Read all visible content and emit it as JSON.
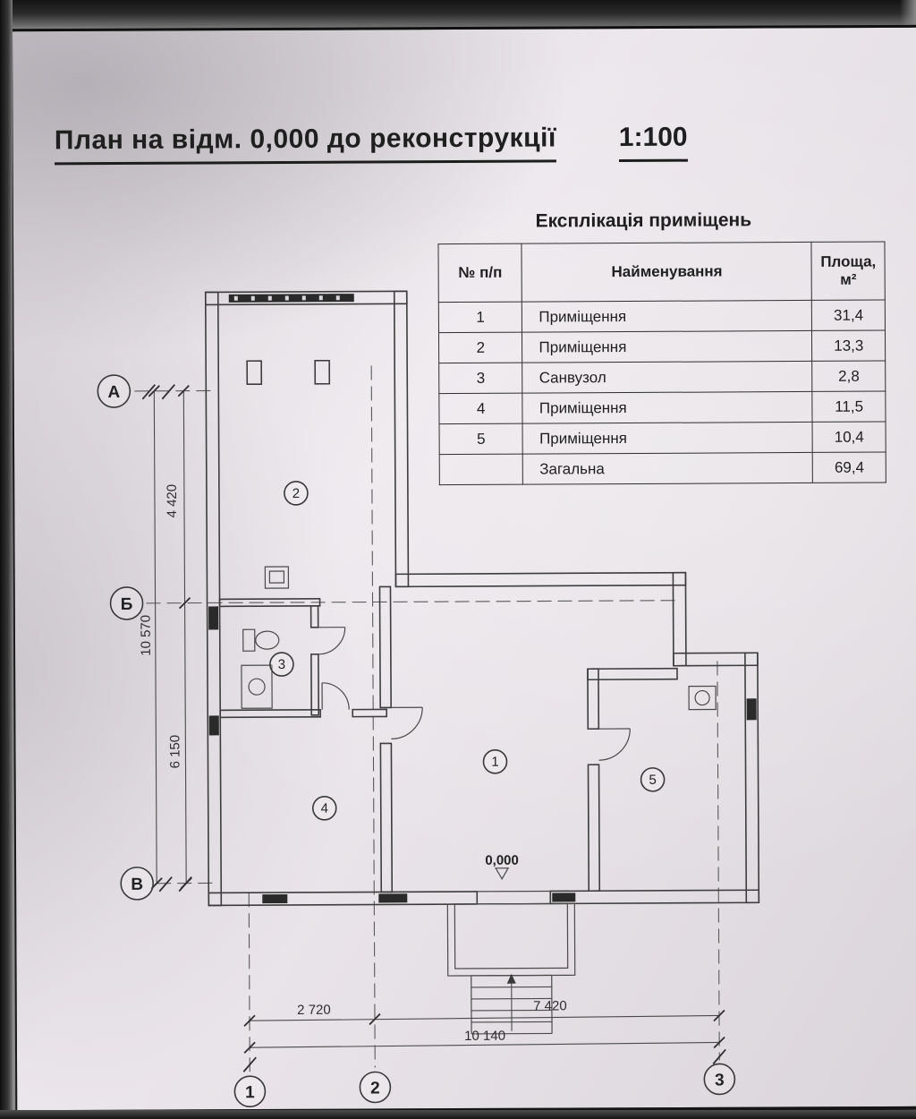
{
  "header": {
    "title": "План на відм. 0,000 до реконструкції",
    "scale": "1:100"
  },
  "explication": {
    "title": "Експлікація приміщень",
    "headers": {
      "num": "№ п/п",
      "name": "Найменування",
      "area_label": "Площа,",
      "area_unit": "м²"
    },
    "rows": [
      {
        "num": "1",
        "name": "Приміщення",
        "area": "31,4"
      },
      {
        "num": "2",
        "name": "Приміщення",
        "area": "13,3"
      },
      {
        "num": "3",
        "name": "Санвузол",
        "area": "2,8"
      },
      {
        "num": "4",
        "name": "Приміщення",
        "area": "11,5"
      },
      {
        "num": "5",
        "name": "Приміщення",
        "area": "10,4"
      }
    ],
    "total": {
      "name": "Загальна",
      "area": "69,4"
    }
  },
  "plan": {
    "row_axes": {
      "a": "А",
      "b": "Б",
      "v": "В"
    },
    "col_axes": {
      "c1": "1",
      "c2": "2",
      "c3": "3"
    },
    "rooms": {
      "r1": "1",
      "r2": "2",
      "r3": "3",
      "r4": "4",
      "r5": "5"
    },
    "level_mark": "0,000",
    "dims": {
      "left_upper": "4 420",
      "left_total": "10 570",
      "left_lower": "6 150",
      "bottom_left": "2 720",
      "bottom_right": "7 420",
      "bottom_total": "10 140"
    }
  },
  "colors": {
    "paper": "#e6e1e6",
    "ink": "#1f1f1f"
  }
}
